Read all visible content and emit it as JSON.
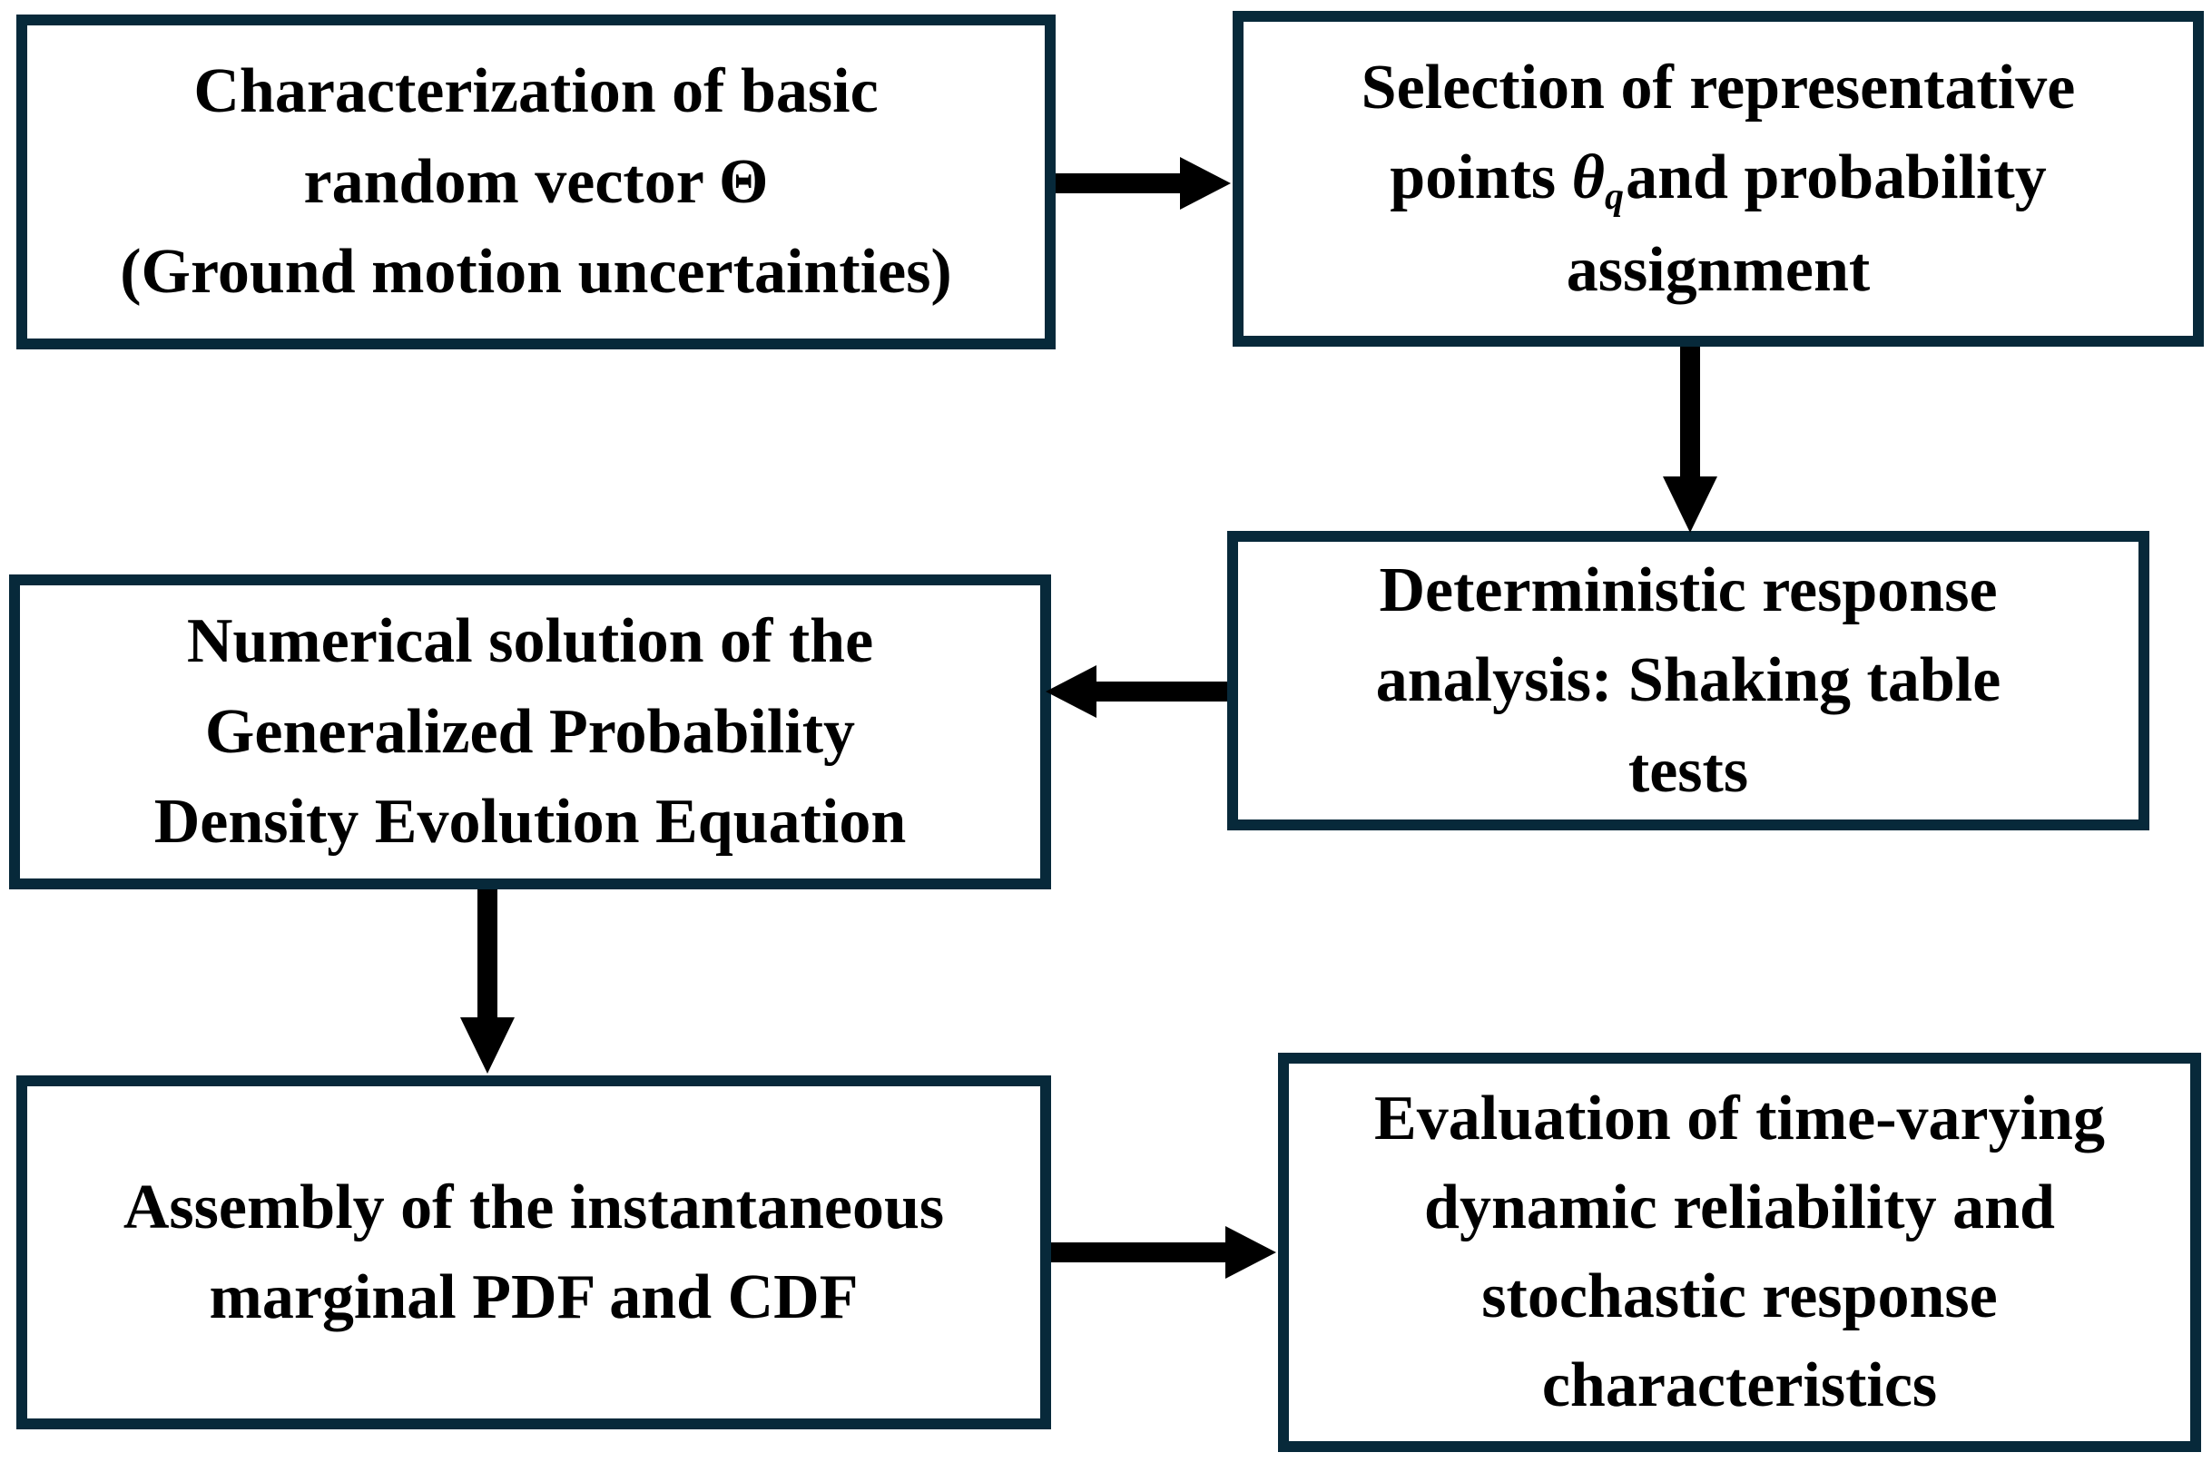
{
  "diagram": {
    "type": "flowchart",
    "background_color": "#ffffff",
    "box_border_color": "#07293a",
    "box_fill_color": "#ffffff",
    "text_color": "#000000",
    "arrow_color": "#000000",
    "boxes": [
      {
        "id": "characterization",
        "lines": [
          "Characterization of basic",
          "random vector Θ",
          "(Ground motion uncertainties)"
        ]
      },
      {
        "id": "selection",
        "line1": "Selection of representative",
        "line2": {
          "prefix": "points ",
          "symbol": "θ",
          "subscript": "q",
          "rest": "and probability"
        },
        "line3": "assignment"
      },
      {
        "id": "deterministic-analysis",
        "lines": [
          "Deterministic response",
          "analysis: Shaking table",
          "tests"
        ]
      },
      {
        "id": "numerical-solution",
        "lines": [
          "Numerical solution of the",
          "Generalized Probability",
          "Density Evolution Equation"
        ]
      },
      {
        "id": "assembly",
        "lines": [
          "Assembly of the instantaneous",
          "marginal PDF and CDF"
        ]
      },
      {
        "id": "evaluation",
        "lines": [
          "Evaluation of time-varying",
          "dynamic reliability and",
          "stochastic response",
          "characteristics"
        ]
      }
    ],
    "arrows": [
      {
        "from": "characterization",
        "to": "selection",
        "direction": "right"
      },
      {
        "from": "selection",
        "to": "deterministic-analysis",
        "direction": "down"
      },
      {
        "from": "deterministic-analysis",
        "to": "numerical-solution",
        "direction": "left"
      },
      {
        "from": "numerical-solution",
        "to": "assembly",
        "direction": "down"
      },
      {
        "from": "assembly",
        "to": "evaluation",
        "direction": "right"
      }
    ]
  }
}
